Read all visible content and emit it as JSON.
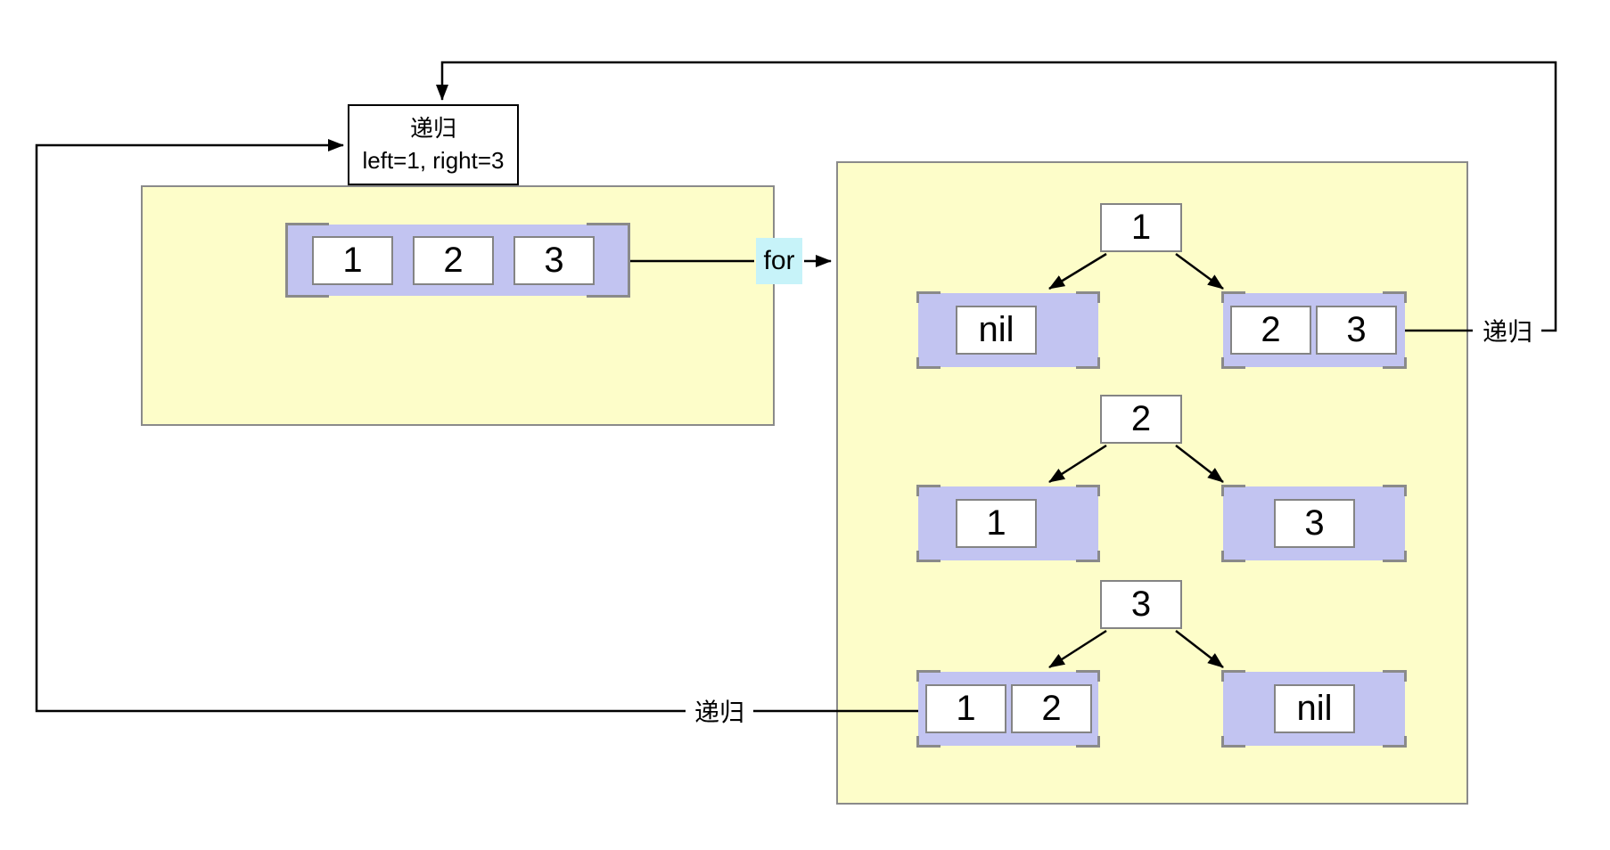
{
  "colors": {
    "yellow": "#FDFDC9",
    "purple": "#C2C4F1",
    "cyan": "#C7F3F9",
    "border-gray": "#8a8a8a",
    "cell-border": "#848484",
    "line-black": "#000000"
  },
  "recursion_box": {
    "title": "递归",
    "params": "left=1, right=3"
  },
  "for_label": "for",
  "loop_labels": {
    "right_recursion": "递归",
    "left_recursion": "递归"
  },
  "input_array": {
    "cells": [
      "1",
      "2",
      "3"
    ]
  },
  "trees": [
    {
      "root": "1",
      "left_cells": [
        "nil"
      ],
      "right_cells": [
        "2",
        "3"
      ]
    },
    {
      "root": "2",
      "left_cells": [
        "1"
      ],
      "right_cells": [
        "3"
      ]
    },
    {
      "root": "3",
      "left_cells": [
        "1",
        "2"
      ],
      "right_cells": [
        "nil"
      ]
    }
  ]
}
